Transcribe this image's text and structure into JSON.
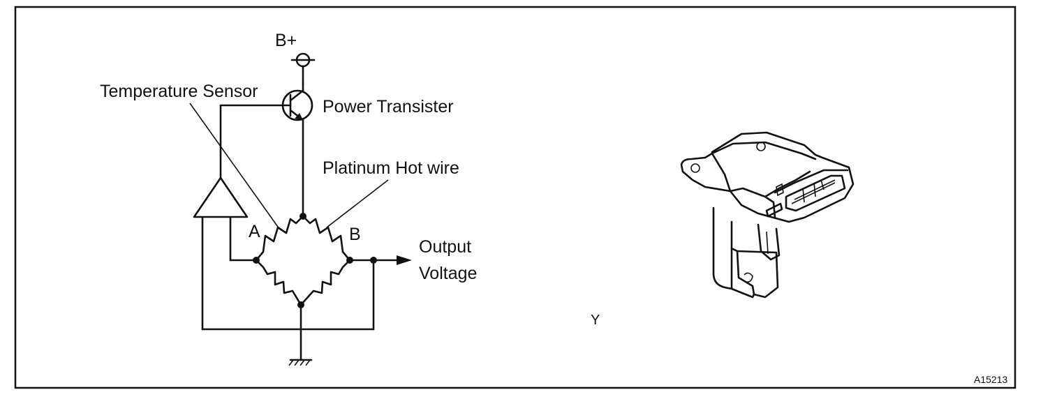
{
  "labels": {
    "supply": "B+",
    "temperature_sensor": "Temperature Sensor",
    "power_transistor": "Power Transister",
    "hot_wire": "Platinum Hot wire",
    "node_a": "A",
    "node_b": "B",
    "output_line1": "Output",
    "output_line2": "Voltage",
    "part_mark": "Y",
    "figure_code": "A15213"
  }
}
